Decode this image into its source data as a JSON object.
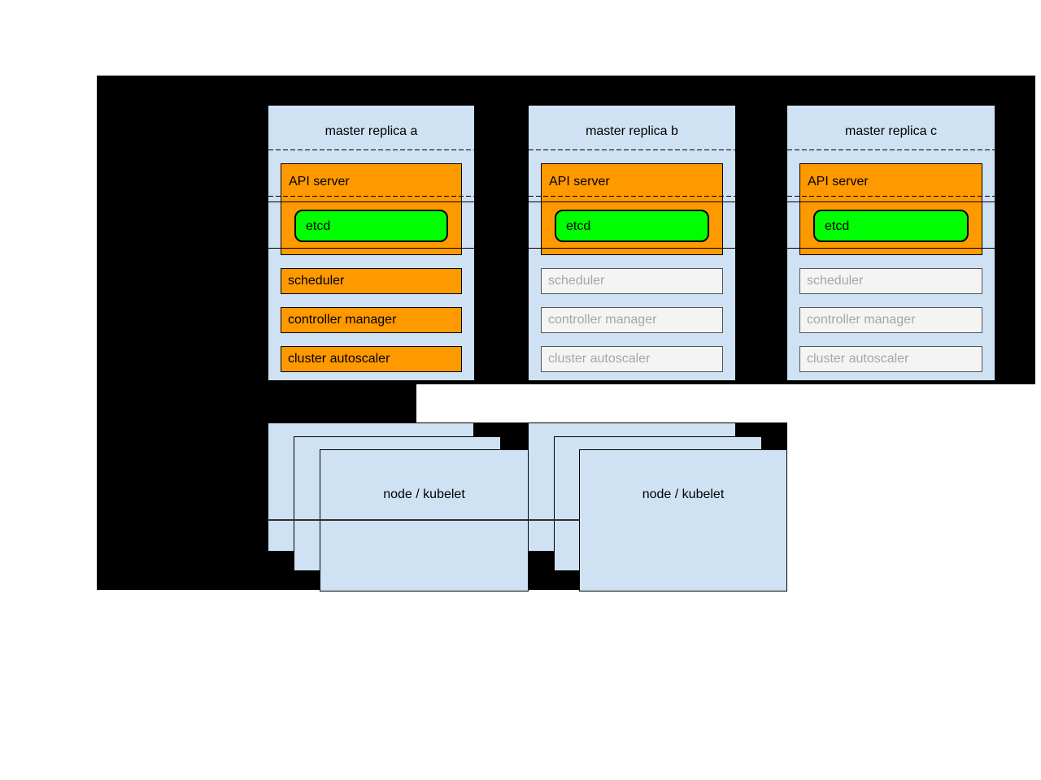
{
  "masters": [
    {
      "title": "master replica a",
      "api_server_label": "API server",
      "etcd_label": "etcd",
      "components": [
        {
          "label": "scheduler",
          "state": "active"
        },
        {
          "label": "controller manager",
          "state": "active"
        },
        {
          "label": "cluster autoscaler",
          "state": "active"
        }
      ]
    },
    {
      "title": "master replica b",
      "api_server_label": "API server",
      "etcd_label": "etcd",
      "components": [
        {
          "label": "scheduler",
          "state": "inactive"
        },
        {
          "label": "controller manager",
          "state": "inactive"
        },
        {
          "label": "cluster autoscaler",
          "state": "inactive"
        }
      ]
    },
    {
      "title": "master replica c",
      "api_server_label": "API server",
      "etcd_label": "etcd",
      "components": [
        {
          "label": "scheduler",
          "state": "inactive"
        },
        {
          "label": "controller manager",
          "state": "inactive"
        },
        {
          "label": "cluster autoscaler",
          "state": "inactive"
        }
      ]
    }
  ],
  "node_stacks": [
    {
      "front_label": "node / kubelet"
    },
    {
      "front_label": "node / kubelet"
    }
  ],
  "colors": {
    "background_black": "#000000",
    "box_blue": "#cfe2f3",
    "active_orange": "#ff9900",
    "etcd_green": "#00ff00",
    "inactive_fill": "#f4f4f4",
    "inactive_text": "#a6a6a6",
    "line_dark": "#2e2e2e"
  }
}
